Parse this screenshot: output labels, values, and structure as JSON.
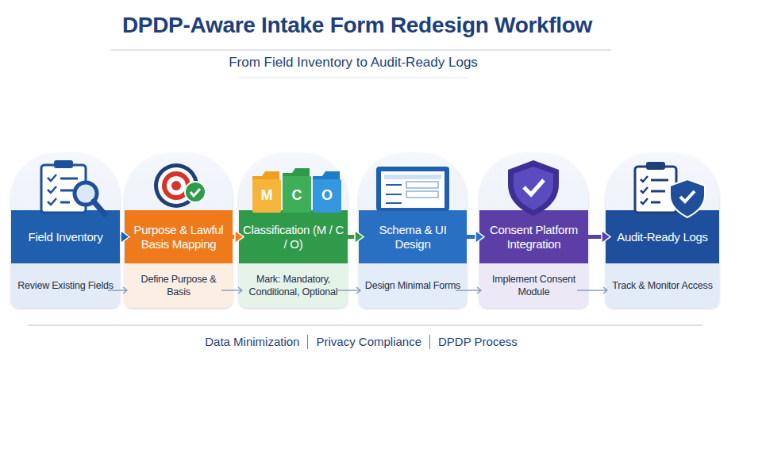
{
  "diagram": {
    "title": "DPDP-Aware Intake Form Redesign Workflow",
    "nodes": [
      {
        "text": [
          "Field Inventory",
          "Review Existing Fields"
        ]
      },
      {
        "text": [
          "Purpose & Lawful Basis Mapping",
          "Define Purpose & Basis"
        ]
      },
      {
        "text": [
          "Classification (M / C / O)",
          "Mark: Mandatory, Conditional, Optional"
        ]
      },
      {
        "text": [
          "Schema & UI Design",
          "Design Minimal Forms"
        ]
      },
      {
        "text": [
          "Consent Platform Integration",
          "Implement Consent Module"
        ]
      },
      {
        "text": [
          "Audit-Ready Logs",
          "Track & Monitor Access"
        ]
      }
    ],
    "edges": [
      {
        "from": 0,
        "to": 1,
        "arrow": "to"
      },
      {
        "from": 1,
        "to": 2,
        "arrow": "to"
      },
      {
        "from": 2,
        "to": 3,
        "arrow": "to"
      },
      {
        "from": 3,
        "to": 4,
        "arrow": "to"
      },
      {
        "from": 4,
        "to": 5,
        "arrow": "to"
      }
    ],
    "labels": [
      "From Field Inventory to Audit-Ready Logs",
      "M",
      "C",
      "O",
      "Data Minimization",
      "Privacy Compliance",
      "DPDP Process"
    ]
  }
}
